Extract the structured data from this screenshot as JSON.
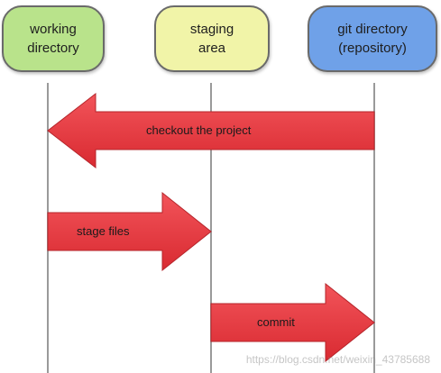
{
  "nodes": {
    "working": {
      "label": "working\ndirectory",
      "color": "#b9e38b"
    },
    "staging": {
      "label": "staging\narea",
      "color": "#f1f4a8"
    },
    "git": {
      "label": "git directory\n(repository)",
      "color": "#6fa1e8"
    }
  },
  "arrows": {
    "checkout": {
      "label": "checkout the project",
      "color": "#e8353b"
    },
    "stage": {
      "label": "stage files",
      "color": "#e8353b"
    },
    "commit": {
      "label": "commit",
      "color": "#e8353b"
    }
  },
  "watermark": "https://blog.csdn.net/weixin_43785688",
  "colors": {
    "lifeline": "#9a9a9a",
    "box_border": "#6a6a6a"
  }
}
